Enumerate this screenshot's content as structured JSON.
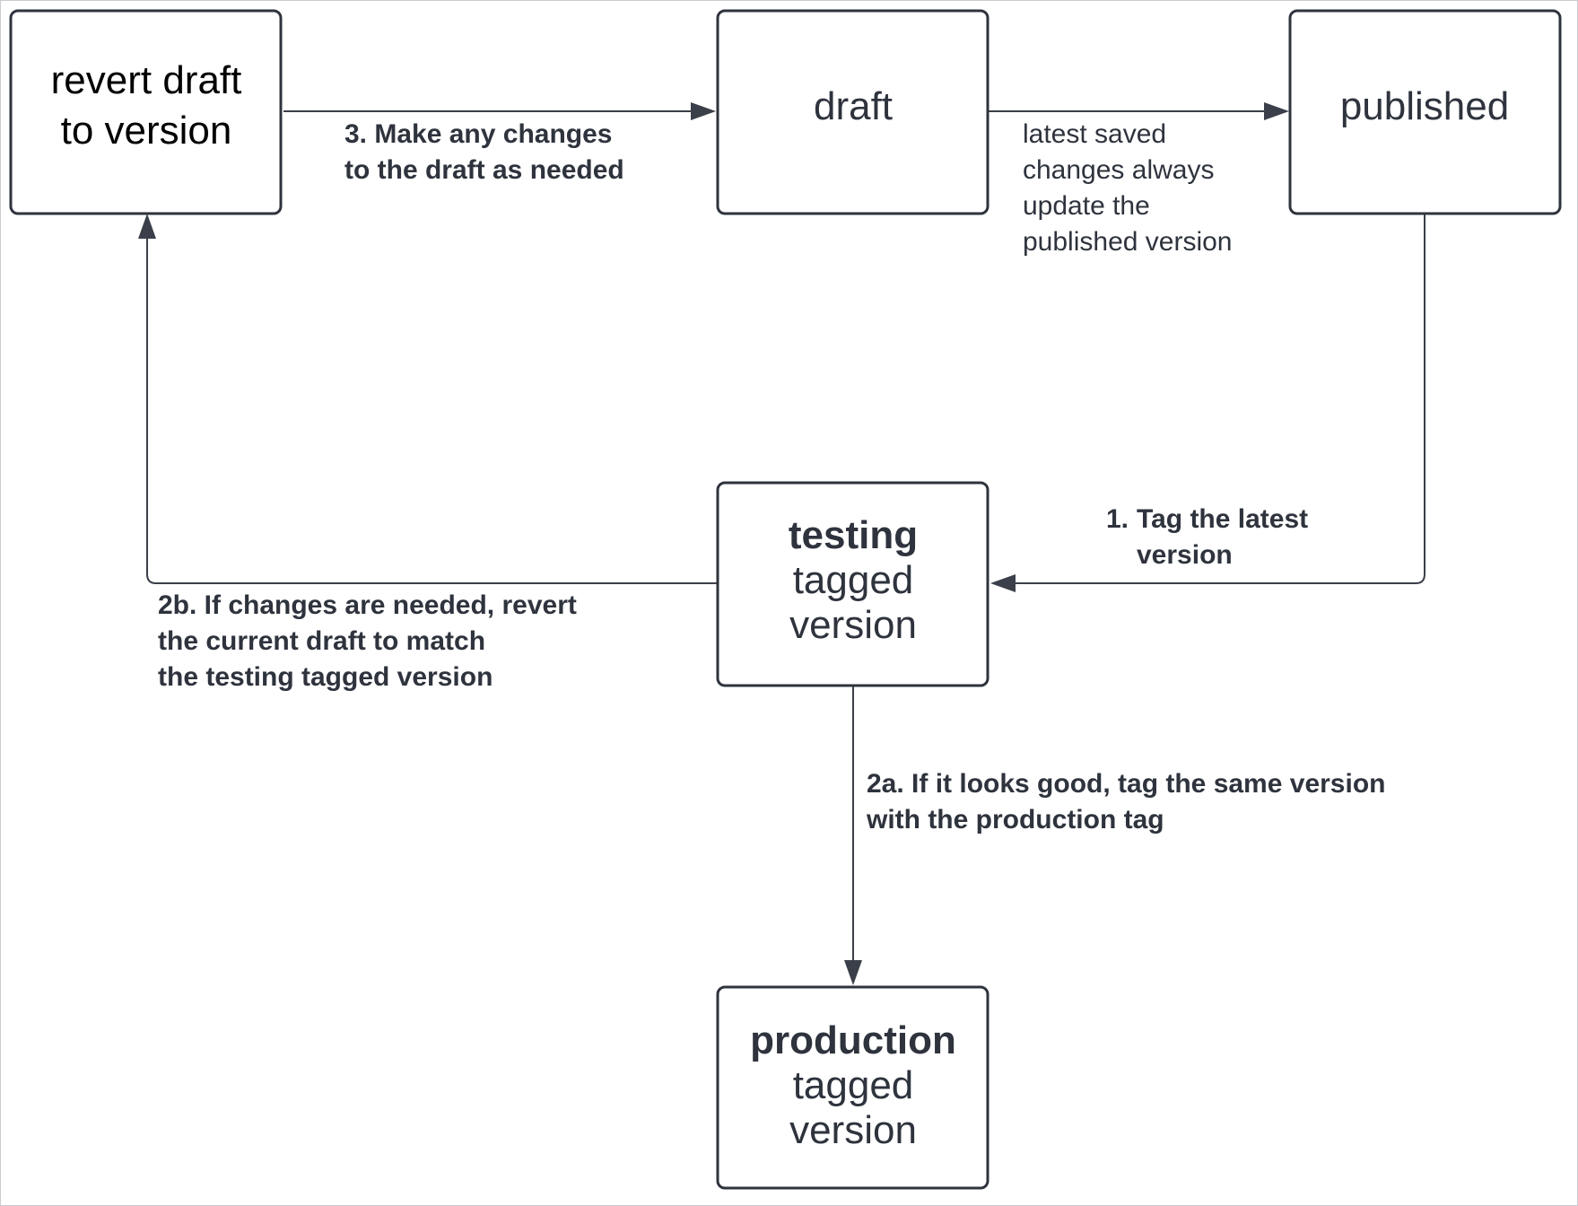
{
  "nodes": {
    "revert": {
      "line1": "revert draft",
      "line2": "to version"
    },
    "draft": {
      "label": "draft"
    },
    "published": {
      "label": "published"
    },
    "testing": {
      "title": "testing",
      "line2": "tagged",
      "line3": "version"
    },
    "production": {
      "title": "production",
      "line2": "tagged",
      "line3": "version"
    }
  },
  "edges": {
    "revert_to_draft": {
      "line1": "3. Make any changes",
      "line2": "to the draft as needed"
    },
    "draft_to_published": {
      "line1": "latest saved",
      "line2": "changes always",
      "line3": "update the",
      "line4": "published version"
    },
    "published_to_testing": {
      "number": "1.",
      "line1": "Tag the latest",
      "line2": "version"
    },
    "testing_to_revert": {
      "line1": "2b. If changes are needed, revert",
      "line2": "the current draft to match",
      "line3": "the testing tagged version"
    },
    "testing_to_production": {
      "line1": "2a. If it looks good, tag the same version",
      "line2": "with the production tag"
    }
  }
}
